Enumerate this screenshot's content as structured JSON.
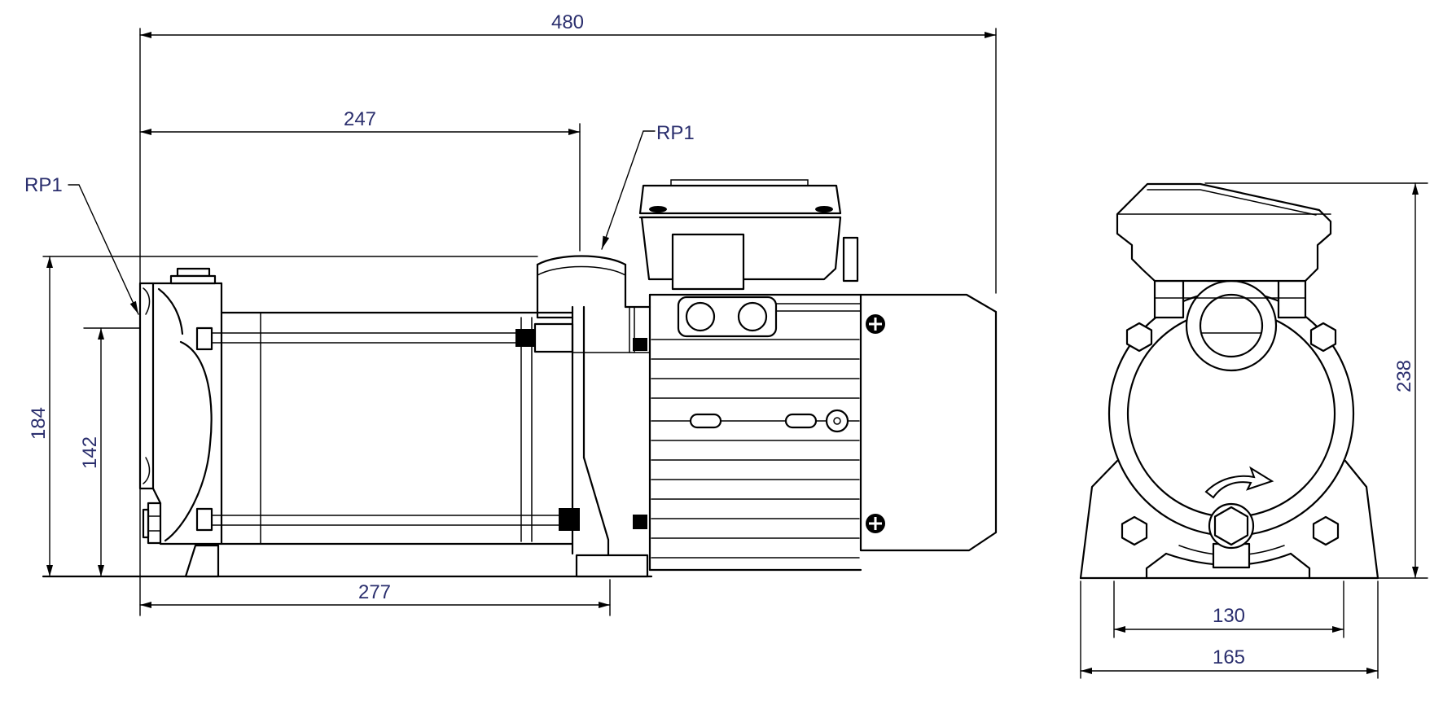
{
  "drawing": {
    "kind": "pump-dimensional-outline-drawing",
    "unit": "mm",
    "background": "#ffffff",
    "line_color": "#000000",
    "dimension_text_color": "#2b2f6e"
  },
  "side_view": {
    "dims": {
      "overall_length": "480",
      "flange_to_discharge": "247",
      "flange_to_foot": "277",
      "max_height": "184",
      "port_height": "142"
    },
    "ports": {
      "suction_label": "RP1",
      "discharge_label": "RP1"
    }
  },
  "front_view": {
    "dims": {
      "overall_height": "238",
      "foot_hole_spacing": "130",
      "base_width": "165"
    }
  }
}
